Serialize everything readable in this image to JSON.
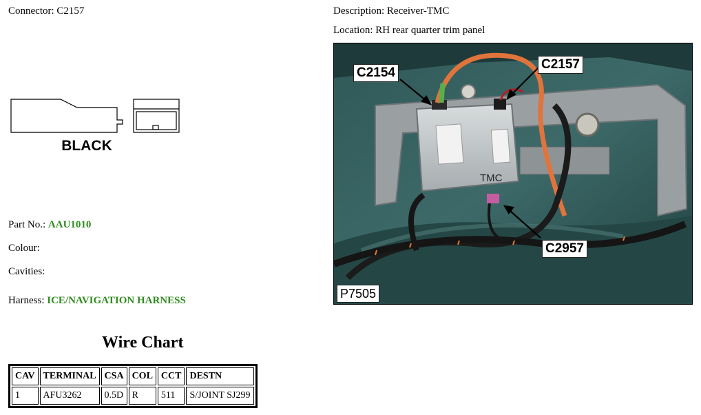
{
  "connector": {
    "label": "Connector:",
    "value": "C2157"
  },
  "description": {
    "label": "Description:",
    "value": "Receiver-TMC"
  },
  "location": {
    "label": "Location:",
    "value": "RH rear quarter trim panel"
  },
  "drawing": {
    "color_label": "BLACK"
  },
  "part_no": {
    "label": "Part No.:",
    "value": "AAU1010"
  },
  "colour": {
    "label": "Colour:",
    "value": ""
  },
  "cavities": {
    "label": "Cavities:",
    "value": ""
  },
  "harness": {
    "label": "Harness:",
    "value": "ICE/NAVIGATION HARNESS"
  },
  "photo": {
    "labels": [
      "C2154",
      "C2157",
      "C2957"
    ],
    "module_text": "TMC",
    "reference": "P7505"
  },
  "wire_chart": {
    "title": "Wire Chart",
    "headers": [
      "CAV",
      "TERMINAL",
      "CSA",
      "COL",
      "CCT",
      "DESTN"
    ],
    "rows": [
      [
        "1",
        "AFU3262",
        "0.5D",
        "R",
        "511",
        "S/JOINT SJ299"
      ]
    ]
  },
  "colors": {
    "link_green": "#2e8b1e"
  }
}
